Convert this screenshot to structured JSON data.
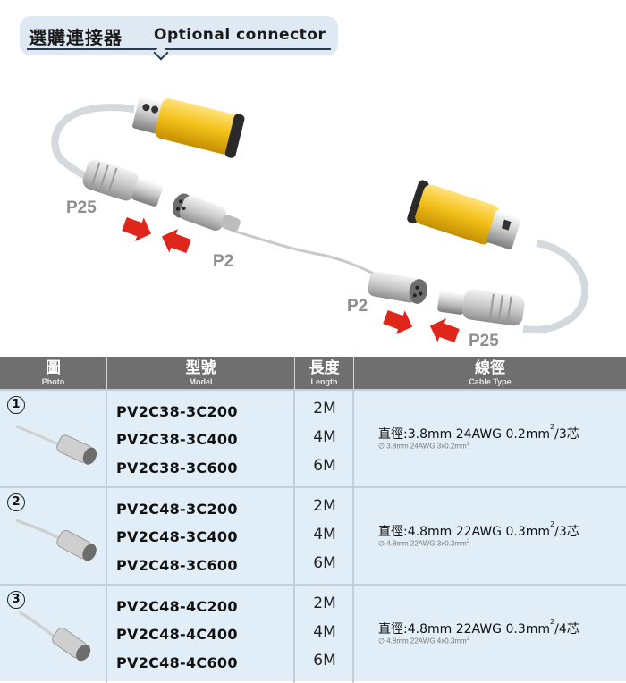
{
  "header": {
    "title_zh": "選購連接器",
    "title_en": "Optional connector"
  },
  "illustration": {
    "labels": {
      "p25_top": "P25",
      "p2_top": "P2",
      "p2_bottom": "P2",
      "p25_bottom": "P25"
    },
    "sensor_color": "#f2c21b",
    "arrow_color": "#e0251b"
  },
  "table": {
    "headers": [
      {
        "zh": "圖",
        "en": "Photo"
      },
      {
        "zh": "型號",
        "en": "Model"
      },
      {
        "zh": "長度",
        "en": "Length"
      },
      {
        "zh": "線徑",
        "en": "Cable Type"
      }
    ],
    "rows": [
      {
        "index": "1",
        "models": [
          "PV2C38-3C200",
          "PV2C38-3C400",
          "PV2C38-3C600"
        ],
        "lengths": [
          "2M",
          "4M",
          "6M"
        ],
        "cable_prefix": "直徑:3.8mm 24AWG 0.2mm",
        "cable_sup": "2",
        "cable_suffix": "/3芯",
        "cable_sub_prefix": "∅ 3.8mm 24AWG 3x0.2mm",
        "cable_sub_sup": "2"
      },
      {
        "index": "2",
        "models": [
          "PV2C48-3C200",
          "PV2C48-3C400",
          "PV2C48-3C600"
        ],
        "lengths": [
          "2M",
          "4M",
          "6M"
        ],
        "cable_prefix": "直徑:4.8mm 22AWG 0.3mm",
        "cable_sup": "2",
        "cable_suffix": "/3芯",
        "cable_sub_prefix": "∅ 4.8mm 22AWG 3x0.3mm",
        "cable_sub_sup": "2"
      },
      {
        "index": "3",
        "models": [
          "PV2C48-4C200",
          "PV2C48-4C400",
          "PV2C48-4C600"
        ],
        "lengths": [
          "2M",
          "4M",
          "6M"
        ],
        "cable_prefix": "直徑:4.8mm 22AWG 0.3mm",
        "cable_sup": "2",
        "cable_suffix": "/4芯",
        "cable_sub_prefix": "∅ 4.8mm 22AWG 4x0.3mm",
        "cable_sub_sup": "2"
      }
    ]
  }
}
